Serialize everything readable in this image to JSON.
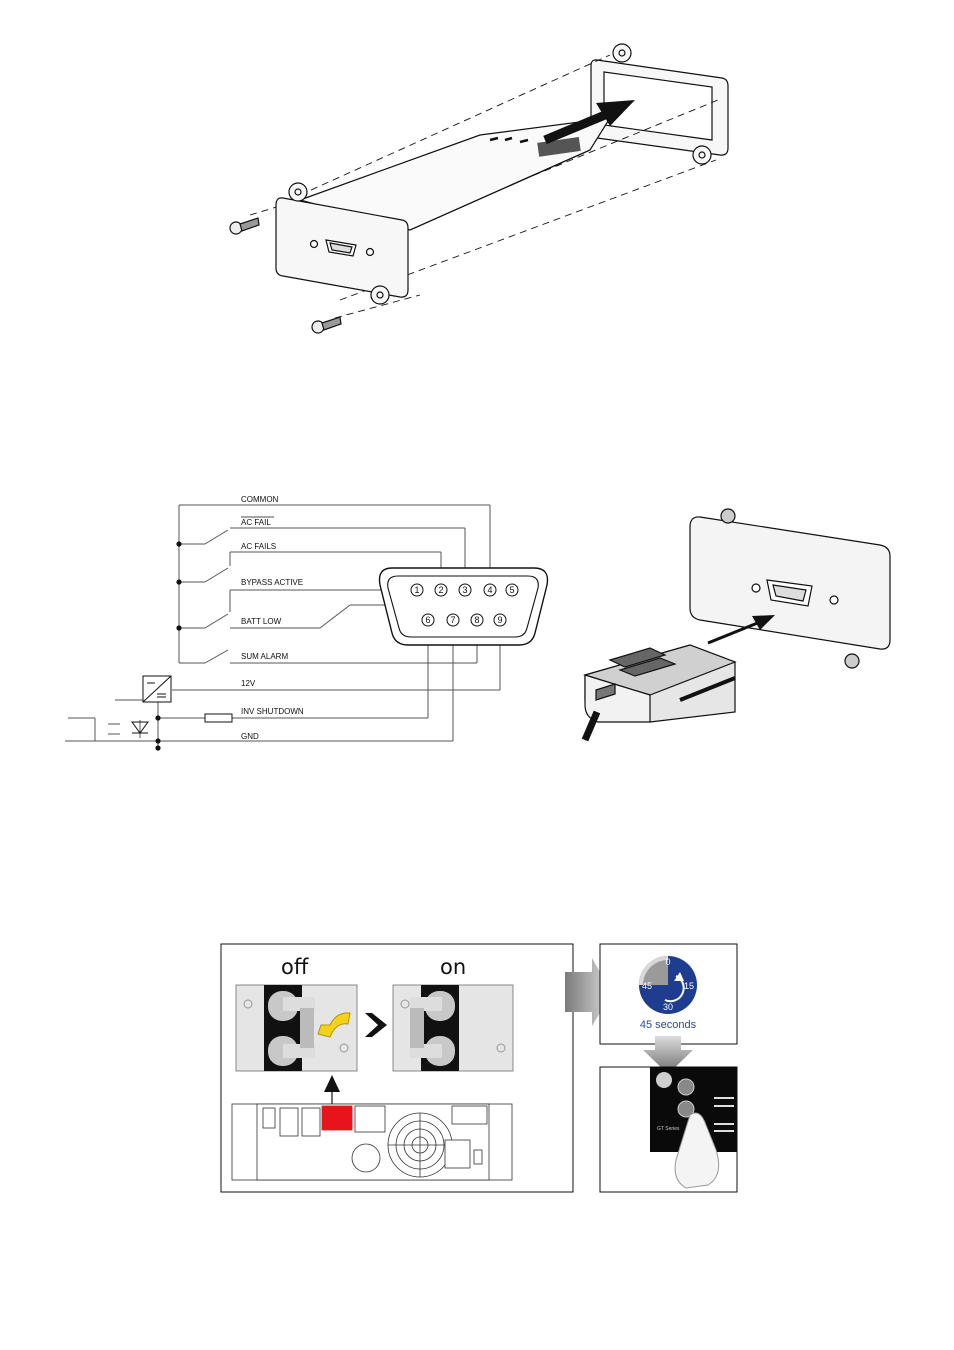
{
  "signals": {
    "common": "COMMON",
    "ac_fail": "AC FAIL",
    "ac_fails": "AC FAILS",
    "bypass_active": "BYPASS ACTIVE",
    "batt_low": "BATT LOW",
    "sum_alarm": "SUM ALARM",
    "v12": "12V",
    "inv_shutdown": "INV SHUTDOWN",
    "gnd": "GND"
  },
  "pins": [
    "1",
    "2",
    "3",
    "4",
    "5",
    "6",
    "7",
    "8",
    "9"
  ],
  "switch": {
    "off_label": "off",
    "on_label": "on"
  },
  "timer": {
    "t0": "0",
    "t15": "15",
    "t30": "30",
    "t45": "45",
    "caption": "45 seconds"
  },
  "panel": {
    "series_label": "GT Series"
  },
  "colors": {
    "highlight_red": "#e8141c",
    "arrow_yellow": "#f3d21a",
    "dial_blue": "#1f3d8f",
    "caption_blue": "#2a4a9c"
  }
}
